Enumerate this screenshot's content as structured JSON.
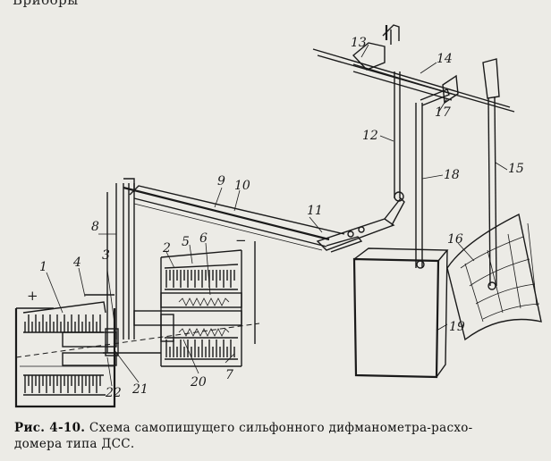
{
  "top_fragment": "Бриборы",
  "figure": {
    "part_labels": [
      "1",
      "2",
      "3",
      "4",
      "5",
      "6",
      "7",
      "8",
      "9",
      "10",
      "11",
      "12",
      "13",
      "14",
      "15",
      "16",
      "17",
      "18",
      "19",
      "20",
      "21",
      "22"
    ],
    "plus_sign": "+",
    "minus_sign": "−"
  },
  "caption": {
    "fig_number": "Рис. 4-10.",
    "line1": "Схема самопишущего сильфонного дифманометра-расхо-",
    "line2": "домера типа ДСС."
  }
}
